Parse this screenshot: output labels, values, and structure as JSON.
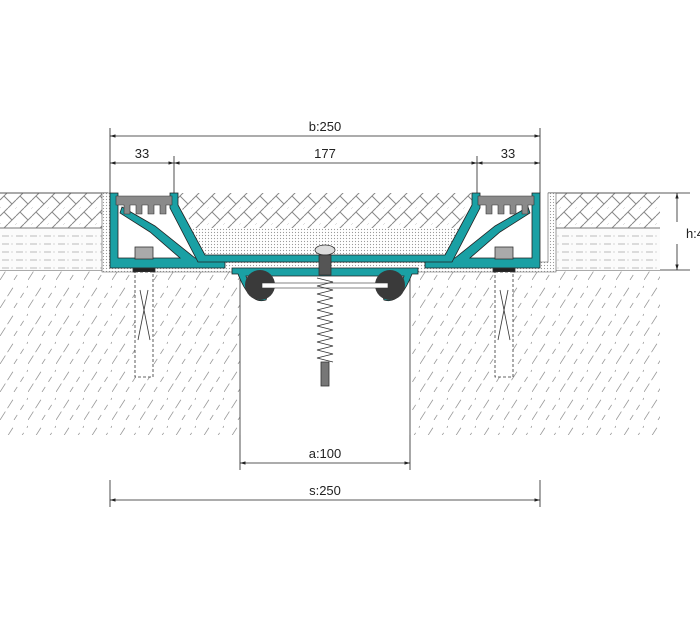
{
  "dimensions": {
    "b": "b:250",
    "left_flange": "33",
    "center": "177",
    "right_flange": "33",
    "h": "h:4",
    "a": "a:100",
    "s": "s:250"
  },
  "colors": {
    "profile": "#1aa0a4",
    "insert": "#8a8a8a",
    "seal": "#3a3a3a"
  }
}
